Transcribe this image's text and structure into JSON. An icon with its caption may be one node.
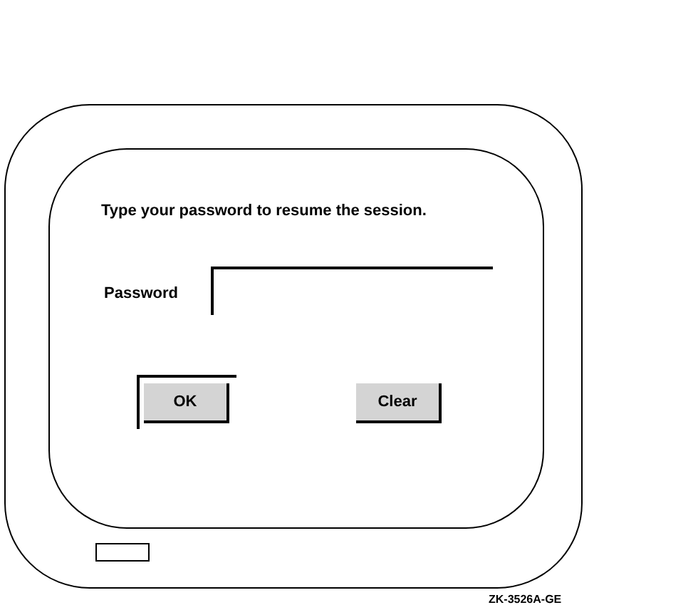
{
  "diagram": {
    "nodes": [
      {
        "text": [],
        "shape": "box"
      },
      {
        "text": [
          "Type your password to resume the session."
        ],
        "in": 0
      },
      {
        "text": [],
        "shape": "box",
        "in": 1,
        "beside": [
          "Password"
        ]
      },
      {
        "text": [
          "OK"
        ],
        "in": 1
      },
      {
        "text": [
          "Clear"
        ],
        "in": 1
      },
      {
        "text": [],
        "shape": "box",
        "in": 0
      }
    ],
    "edges": [],
    "labels": [
      "ZK-3526A-GE"
    ]
  }
}
